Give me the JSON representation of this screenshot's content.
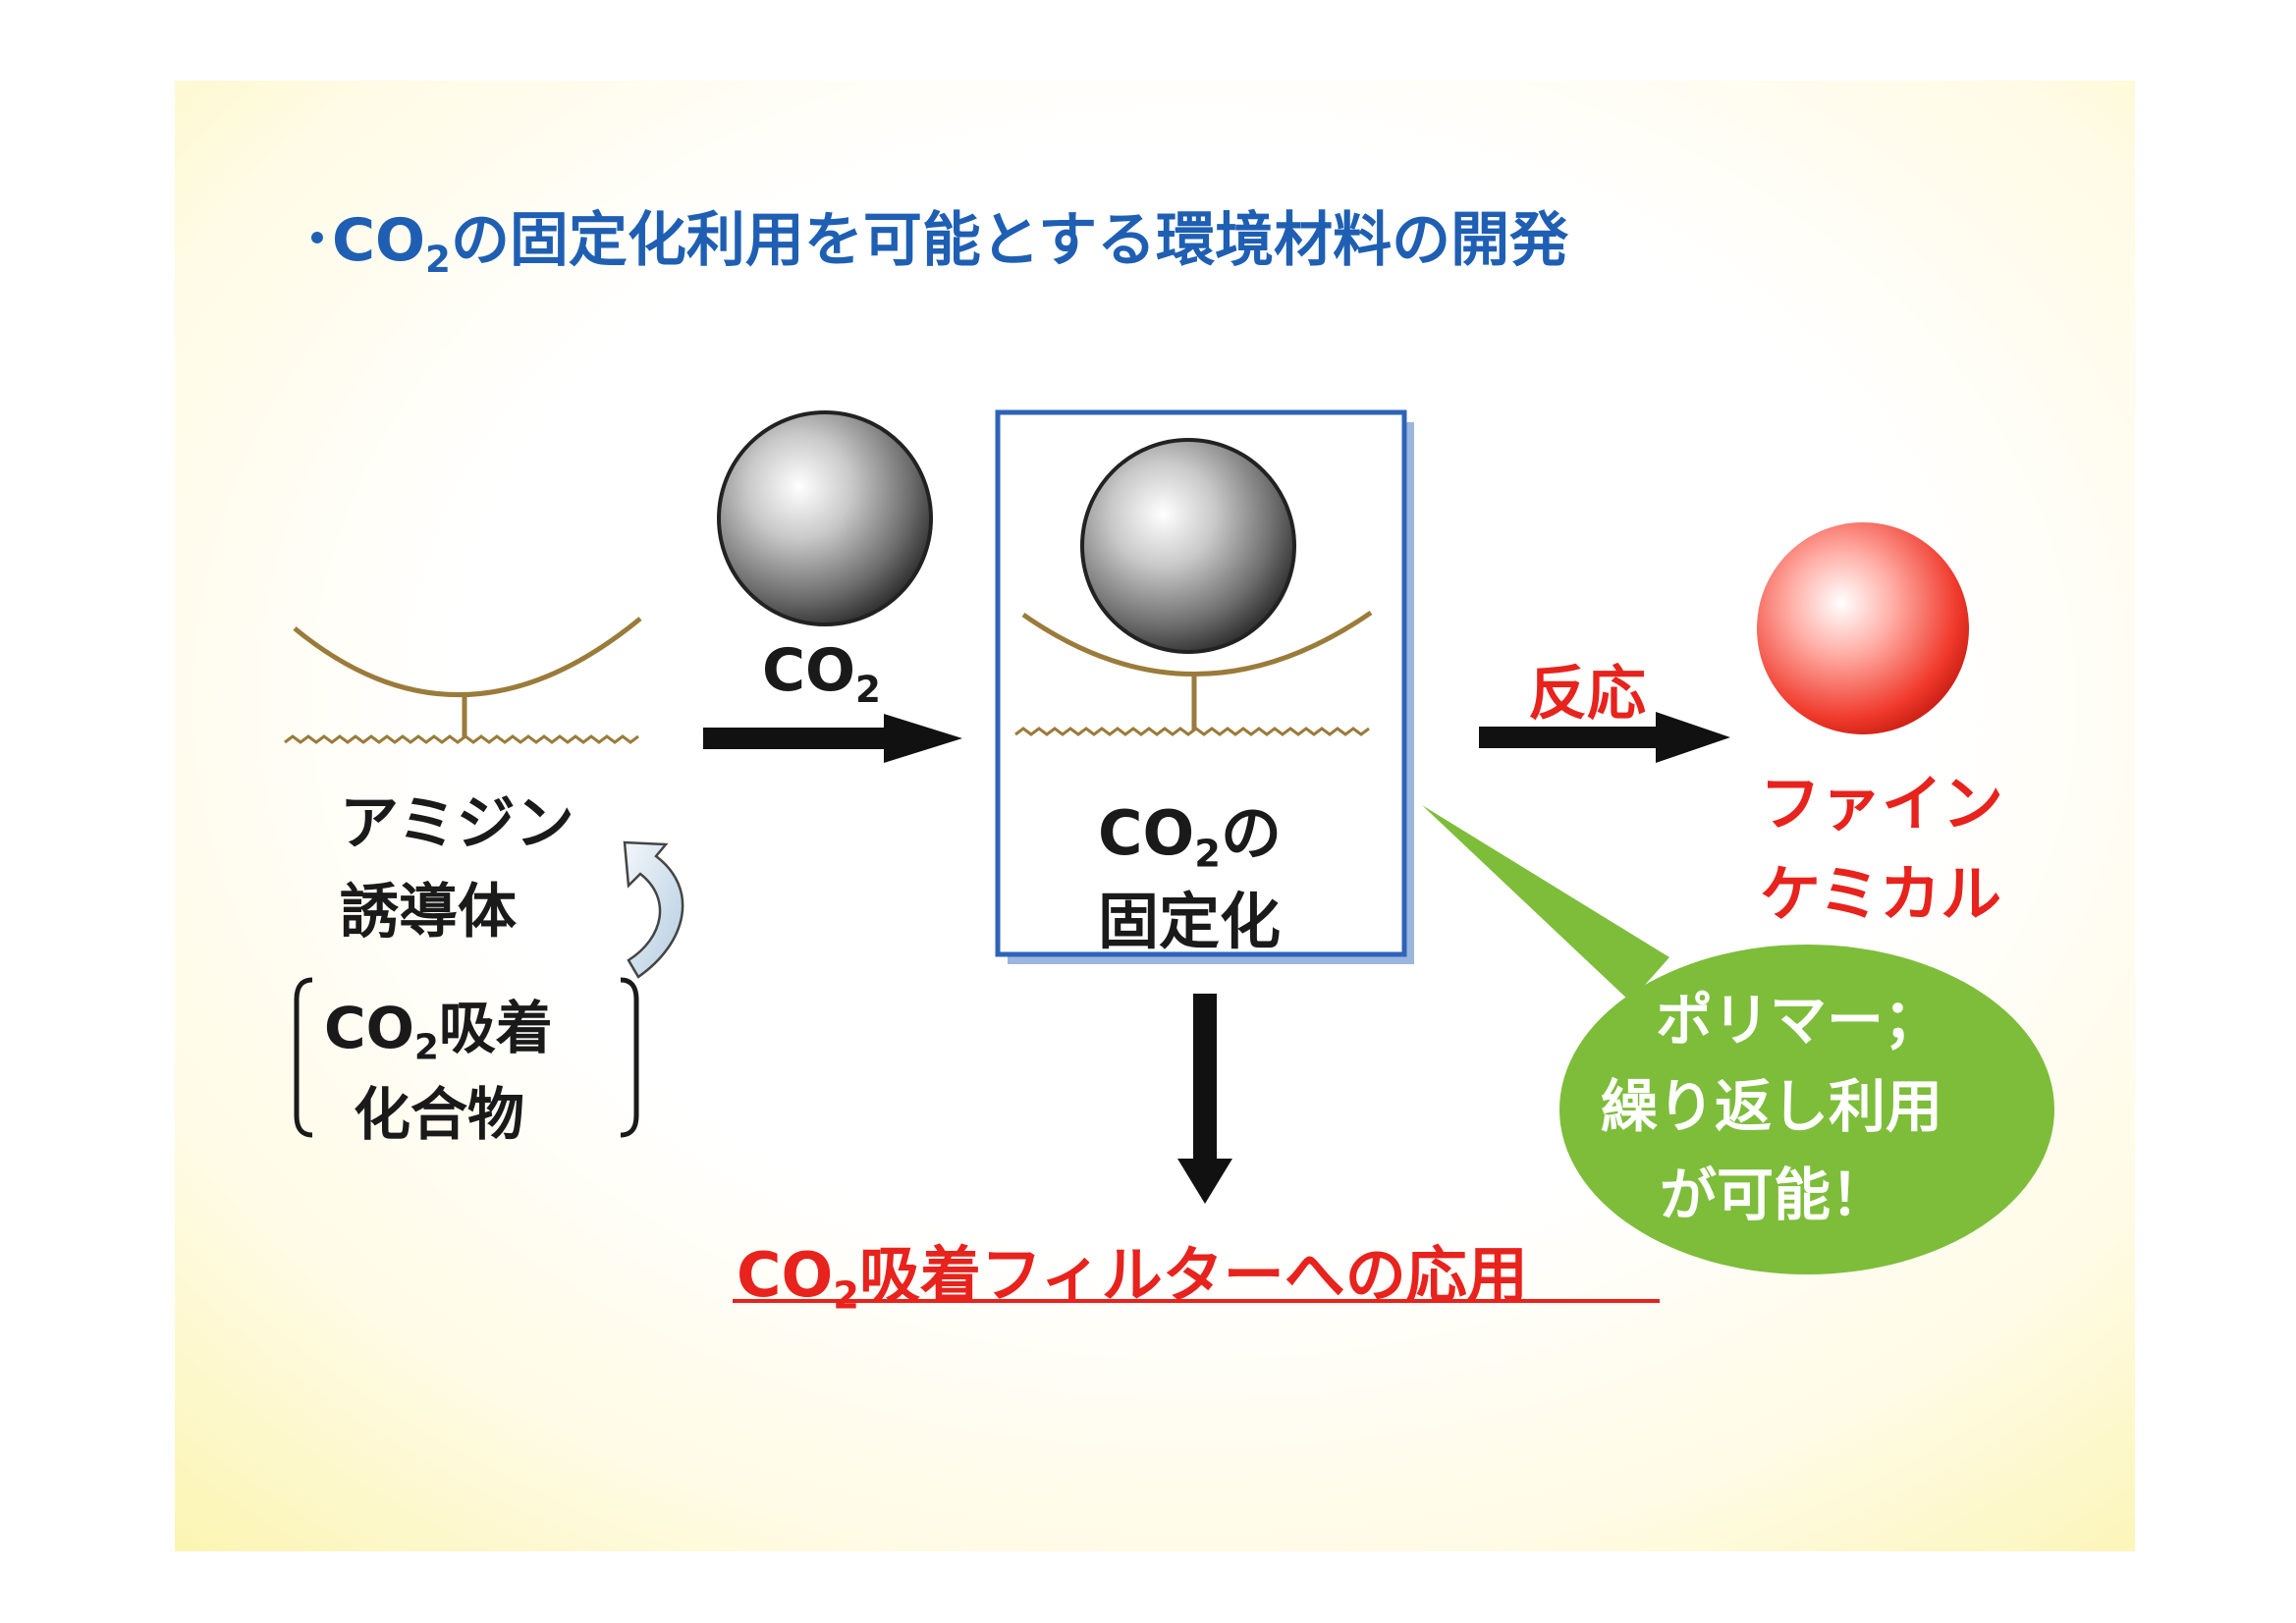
{
  "title": {
    "bullet": "･",
    "co2_prefix": "CO",
    "co2_sub": "2",
    "rest": "の固定化利用を可能とする環境材料の開発"
  },
  "left": {
    "line1": "アミジン",
    "line2": "誘導体",
    "paren_co2_prefix": "CO",
    "paren_co2_sub": "2",
    "paren_line1_rest": "吸着",
    "paren_line2": "化合物"
  },
  "arrow_label": {
    "prefix": "CO",
    "sub": "2"
  },
  "center": {
    "co2_prefix": "CO",
    "co2_sub": "2",
    "line1_rest": "の",
    "line2": "固定化"
  },
  "reaction_label": "反応",
  "right": {
    "line1": "ファイン",
    "line2": "ケミカル"
  },
  "bubble": {
    "line1": "ポリマー；",
    "line2": "繰り返し利用",
    "line3": "が可能！"
  },
  "bottom": {
    "co2_prefix": "CO",
    "co2_sub": "2",
    "rest": "吸着フィルターへの応用"
  },
  "colors": {
    "title_blue": "#1f5fb3",
    "red_text": "#e8221c",
    "bubble_green": "#7dbd3a",
    "box_border": "#2e63b8",
    "molecule_brown": "#9a7b3a"
  }
}
